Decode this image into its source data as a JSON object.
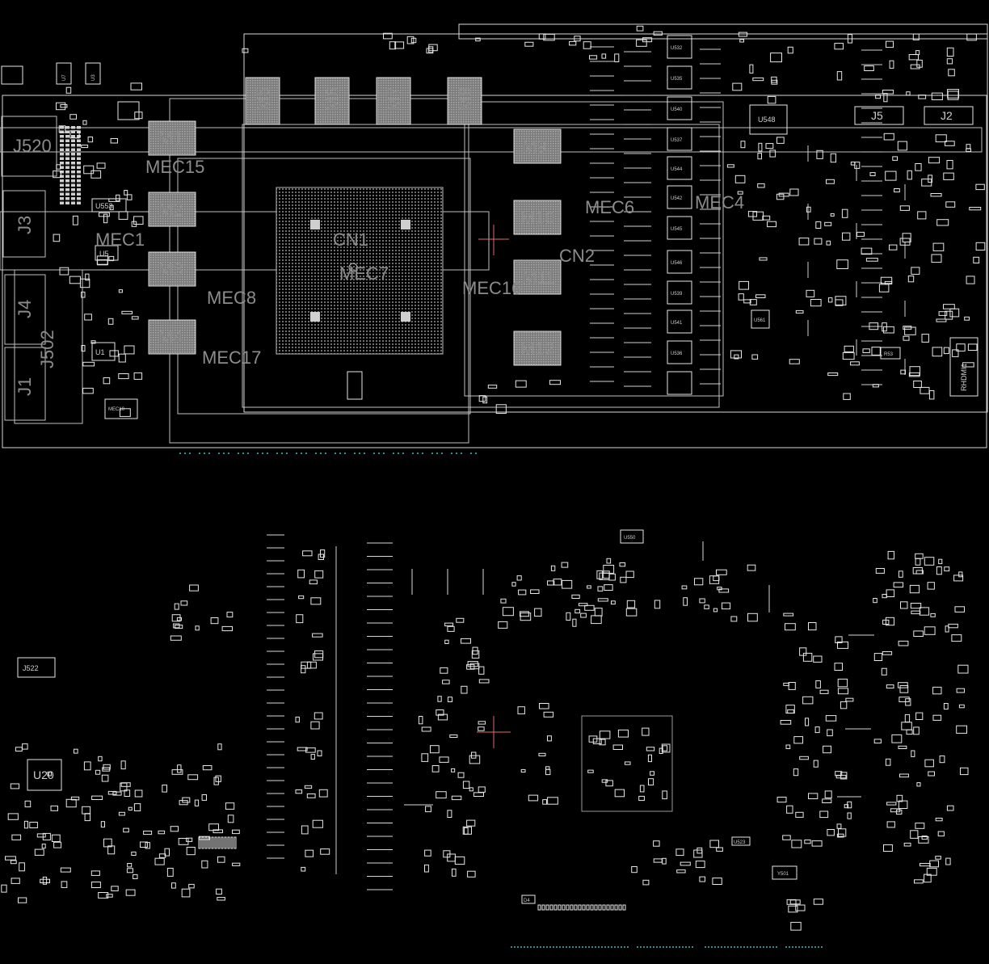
{
  "labels": {
    "j520": "J520",
    "j3": "J3",
    "j4": "J4",
    "j1": "J1",
    "j502": "J502",
    "u553": "U553",
    "u5": "U5",
    "u1": "U1",
    "u7": "U7",
    "u3": "U3",
    "mec10": "MEC10",
    "mec15": "MEC15",
    "mec1": "MEC1",
    "mec8": "MEC8",
    "mec17": "MEC17",
    "mec7": "MEC7",
    "mec16": "MEC16",
    "mec6": "MEC6",
    "mec4": "MEC4",
    "cn1": "CN1",
    "cn2": "CN2",
    "m1": "M1",
    "m2": "M2",
    "m3": "M3",
    "m4": "M4",
    "m5": "M5",
    "m6": "M6",
    "m7": "M7",
    "m8": "M8",
    "m9": "M9",
    "m10": "M10",
    "m11": "M11",
    "m12": "M12",
    "u548": "U548",
    "j5": "J5",
    "j2": "J2",
    "u532": "U532",
    "u535": "U535",
    "u540": "U540",
    "u537": "U537",
    "u544": "U544",
    "u542": "U542",
    "u545": "U545",
    "u546": "U546",
    "u539": "U539",
    "u541": "U541",
    "u536": "U536",
    "u561": "U561",
    "r53": "R53",
    "hdmi": "RHDMI1",
    "j522": "J522",
    "u20": "U20",
    "u550": "U550",
    "y501": "Y501",
    "u523": "U523",
    "d4": "D4"
  },
  "colors": {
    "background": "#000000",
    "outline": "#d8d8d8",
    "silk_label": "#8c8c8c",
    "marker": "#e06a6a",
    "via": "#2f8f8a"
  }
}
